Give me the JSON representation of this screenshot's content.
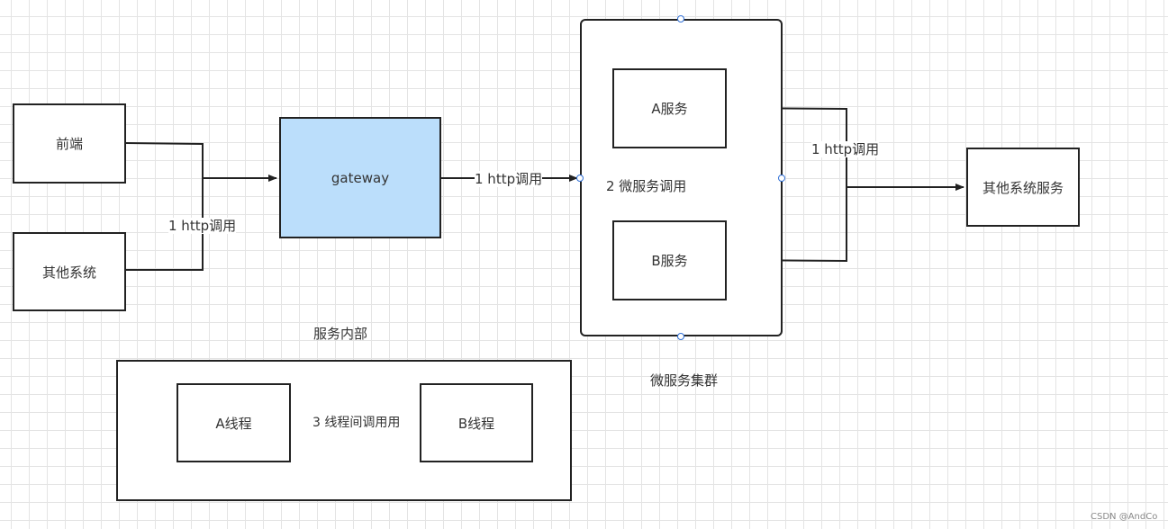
{
  "nodes": {
    "frontend": "前端",
    "other_system": "其他系统",
    "gateway": "gateway",
    "service_a": "A服务",
    "service_b": "B服务",
    "other_system_service": "其他系统服务",
    "thread_a": "A线程",
    "thread_b": "B线程"
  },
  "edge_labels": {
    "http_call_left": "1 http调用",
    "http_call_gateway": "1 http调用",
    "http_call_right": "1 http调用",
    "microservice_call": "2 微服务调用",
    "thread_call": "3 线程间调用用"
  },
  "groups": {
    "service_internal": "服务内部",
    "microservice_cluster": "微服务集群"
  },
  "colors": {
    "gateway_fill": "#bbdefb",
    "line": "#222222",
    "handle": "#2f6fd6"
  },
  "watermark": "CSDN @AndCo"
}
